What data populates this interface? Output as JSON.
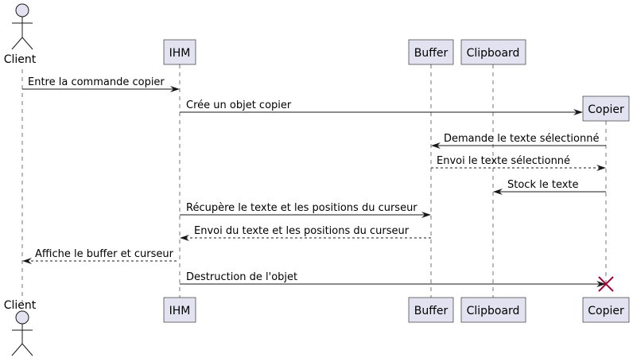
{
  "participants": {
    "client": {
      "label": "Client",
      "kind": "actor"
    },
    "ihm": {
      "label": "IHM",
      "kind": "participant"
    },
    "buffer": {
      "label": "Buffer",
      "kind": "participant"
    },
    "clipboard": {
      "label": "Clipboard",
      "kind": "participant"
    },
    "copier": {
      "label": "Copier",
      "kind": "participant",
      "created_by": "m2",
      "destroyed_by": "m10"
    }
  },
  "messages": [
    {
      "id": "m1",
      "from": "client",
      "to": "ihm",
      "text": "Entre la commande copier",
      "style": "solid"
    },
    {
      "id": "m2",
      "from": "ihm",
      "to": "copier",
      "text": "Crée un objet copier",
      "style": "solid",
      "creates": "copier"
    },
    {
      "id": "m3",
      "from": "copier",
      "to": "buffer",
      "text": "Demande le texte sélectionné",
      "style": "solid"
    },
    {
      "id": "m4",
      "from": "buffer",
      "to": "copier",
      "text": "Envoi le texte sélectionné",
      "style": "dashed"
    },
    {
      "id": "m5",
      "from": "copier",
      "to": "clipboard",
      "text": "Stock le texte",
      "style": "solid"
    },
    {
      "id": "m6",
      "from": "ihm",
      "to": "buffer",
      "text": "Récupère le texte et les positions du curseur",
      "style": "solid"
    },
    {
      "id": "m7",
      "from": "buffer",
      "to": "ihm",
      "text": "Envoi du texte et les positions du curseur",
      "style": "dashed"
    },
    {
      "id": "m8",
      "from": "ihm",
      "to": "client",
      "text": "Affiche le buffer et curseur",
      "style": "dashed"
    },
    {
      "id": "m10",
      "from": "ihm",
      "to": "copier",
      "text": "Destruction de l'objet",
      "style": "solid",
      "destroys": "copier"
    }
  ],
  "colors": {
    "participant_fill": "#e2e2f0",
    "participant_border": "#181818",
    "lifeline": "#181818",
    "arrow": "#181818",
    "destroy": "#a80036"
  }
}
